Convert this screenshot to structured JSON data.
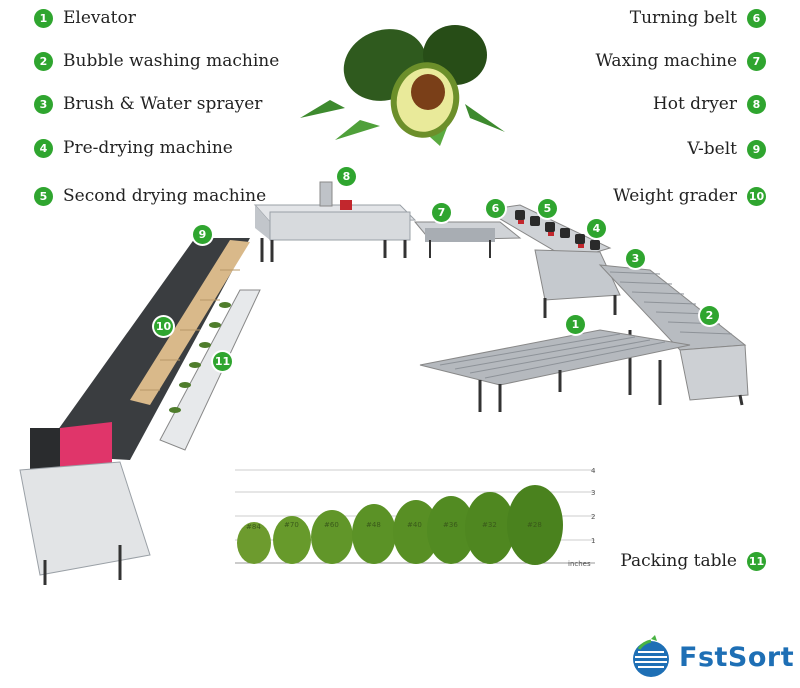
{
  "legend_left": [
    {
      "num": "1",
      "label": "Elevator"
    },
    {
      "num": "2",
      "label": "Bubble washing machine"
    },
    {
      "num": "3",
      "label": "Brush & Water sprayer"
    },
    {
      "num": "4",
      "label": "Pre-drying machine"
    },
    {
      "num": "5",
      "label": "Second drying machine"
    }
  ],
  "legend_right": [
    {
      "num": "6",
      "label": "Turning belt"
    },
    {
      "num": "7",
      "label": "Waxing machine"
    },
    {
      "num": "8",
      "label": "Hot dryer"
    },
    {
      "num": "9",
      "label": "V-belt"
    },
    {
      "num": "10",
      "label": "Weight grader"
    },
    {
      "num": "11",
      "label": "Packing table"
    }
  ],
  "machine_markers": [
    "1",
    "2",
    "3",
    "4",
    "5",
    "6",
    "7",
    "8",
    "9",
    "10",
    "11"
  ],
  "size_chart": {
    "sizes": [
      "#84",
      "#70",
      "#60",
      "#48",
      "#40",
      "#36",
      "#32",
      "#28"
    ],
    "ticks": [
      "4",
      "3",
      "2",
      "1"
    ],
    "unit": "inches"
  },
  "brand": {
    "name": "FstSort",
    "color": "#1e6fb5"
  },
  "colors": {
    "badge": "#2fa52f",
    "avocado": "#4f7d2c",
    "steel": "#c9ccd0"
  }
}
